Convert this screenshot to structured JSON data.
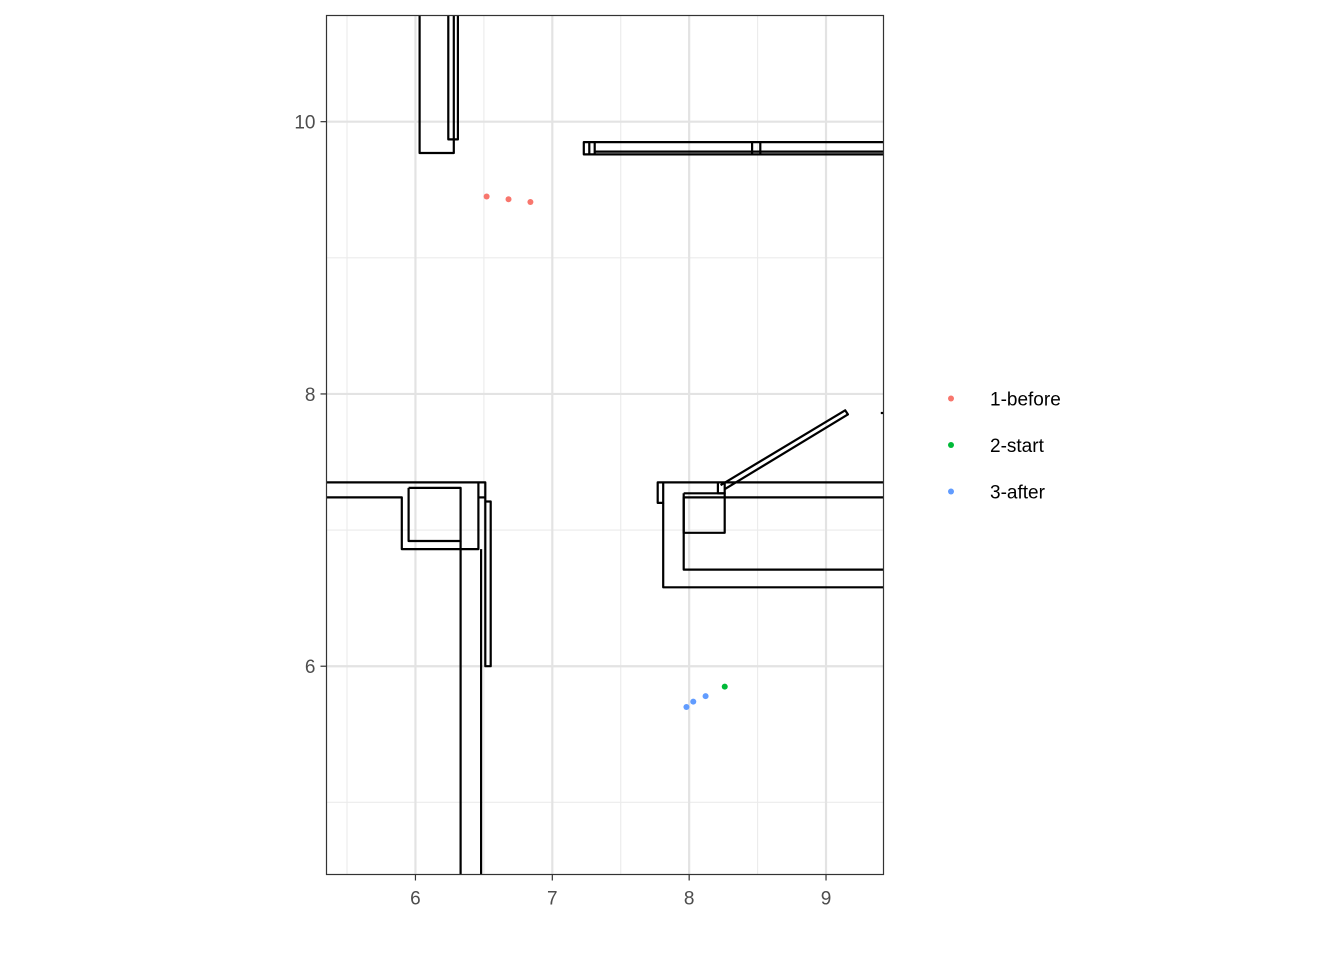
{
  "chart_data": {
    "type": "scatter",
    "title": "",
    "xlabel": "",
    "ylabel": "",
    "xlim": [
      5.35,
      9.42
    ],
    "ylim": [
      4.47,
      10.78
    ],
    "x_ticks": [
      6,
      7,
      8,
      9
    ],
    "x_tick_labels": [
      "6",
      "7",
      "8",
      "9"
    ],
    "y_ticks": [
      6,
      8,
      10
    ],
    "y_tick_labels": [
      "6",
      "8",
      "10"
    ],
    "grid": true,
    "legend_position": "right",
    "series": [
      {
        "name": "1-before",
        "color": "#F8766D",
        "x": [
          6.52,
          6.68,
          6.84
        ],
        "y": [
          9.45,
          9.43,
          9.41
        ]
      },
      {
        "name": "2-start",
        "color": "#00BA38",
        "x": [
          8.26
        ],
        "y": [
          5.85
        ]
      },
      {
        "name": "3-after",
        "color": "#619CFF",
        "x": [
          7.98,
          8.03,
          8.12
        ],
        "y": [
          5.7,
          5.74,
          5.78
        ]
      }
    ],
    "map_outlines": [
      {
        "id": "top-left-pillar-outer",
        "points": [
          [
            6.03,
            10.78
          ],
          [
            6.03,
            9.77
          ],
          [
            6.28,
            9.77
          ],
          [
            6.28,
            10.78
          ]
        ]
      },
      {
        "id": "top-left-pillar-edge",
        "points": [
          [
            6.24,
            10.78
          ],
          [
            6.24,
            9.87
          ],
          [
            6.31,
            9.87
          ],
          [
            6.31,
            10.78
          ]
        ]
      },
      {
        "id": "top-right-wall",
        "points": [
          [
            9.42,
            9.85
          ],
          [
            7.23,
            9.85
          ],
          [
            7.23,
            9.76
          ],
          [
            9.42,
            9.76
          ]
        ]
      },
      {
        "id": "top-right-wall-inner",
        "points": [
          [
            9.42,
            9.78
          ],
          [
            7.31,
            9.78
          ]
        ]
      },
      {
        "id": "top-right-wall-divider-a",
        "points": [
          [
            7.27,
            9.85
          ],
          [
            7.27,
            9.76
          ]
        ]
      },
      {
        "id": "top-right-wall-divider-b",
        "points": [
          [
            7.31,
            9.85
          ],
          [
            7.31,
            9.76
          ]
        ]
      },
      {
        "id": "top-right-joint-a",
        "points": [
          [
            8.46,
            9.85
          ],
          [
            8.46,
            9.76
          ]
        ]
      },
      {
        "id": "top-right-joint-b",
        "points": [
          [
            8.52,
            9.85
          ],
          [
            8.52,
            9.76
          ]
        ]
      },
      {
        "id": "left-wall-top",
        "points": [
          [
            5.35,
            7.35
          ],
          [
            6.51,
            7.35
          ],
          [
            6.51,
            7.21
          ]
        ]
      },
      {
        "id": "left-wall-bottom",
        "points": [
          [
            5.35,
            7.24
          ],
          [
            5.9,
            7.24
          ],
          [
            5.9,
            6.86
          ],
          [
            6.46,
            6.86
          ],
          [
            6.46,
            7.35
          ]
        ]
      },
      {
        "id": "left-wall-inner",
        "points": [
          [
            6.46,
            7.24
          ],
          [
            6.51,
            7.24
          ]
        ]
      },
      {
        "id": "left-box",
        "points": [
          [
            5.95,
            7.31
          ],
          [
            6.33,
            7.31
          ],
          [
            6.33,
            6.92
          ],
          [
            5.95,
            6.92
          ],
          [
            5.95,
            7.31
          ]
        ]
      },
      {
        "id": "left-post-a",
        "points": [
          [
            6.33,
            6.92
          ],
          [
            6.33,
            4.47
          ]
        ]
      },
      {
        "id": "left-post-b",
        "points": [
          [
            6.48,
            6.86
          ],
          [
            6.48,
            4.47
          ]
        ]
      },
      {
        "id": "left-bar",
        "points": [
          [
            6.51,
            7.21
          ],
          [
            6.55,
            7.21
          ],
          [
            6.55,
            6.0
          ],
          [
            6.51,
            6.0
          ],
          [
            6.51,
            7.21
          ]
        ]
      },
      {
        "id": "right-wall-top",
        "points": [
          [
            9.42,
            7.35
          ],
          [
            7.77,
            7.35
          ],
          [
            7.77,
            7.2
          ],
          [
            7.81,
            7.2
          ],
          [
            7.81,
            7.35
          ]
        ]
      },
      {
        "id": "right-wall-outer",
        "points": [
          [
            7.81,
            7.2
          ],
          [
            7.81,
            6.58
          ],
          [
            9.42,
            6.58
          ]
        ]
      },
      {
        "id": "right-wall-inner",
        "points": [
          [
            9.42,
            7.24
          ],
          [
            7.96,
            7.24
          ],
          [
            7.96,
            6.71
          ],
          [
            9.42,
            6.71
          ]
        ]
      },
      {
        "id": "right-box",
        "points": [
          [
            7.96,
            7.27
          ],
          [
            8.26,
            7.27
          ],
          [
            8.26,
            6.98
          ],
          [
            7.96,
            6.98
          ],
          [
            7.96,
            7.27
          ]
        ]
      },
      {
        "id": "right-post",
        "points": [
          [
            8.21,
            7.35
          ],
          [
            8.21,
            7.27
          ],
          [
            8.26,
            7.27
          ],
          [
            8.26,
            7.35
          ]
        ]
      },
      {
        "id": "diagonal-bar",
        "points": [
          [
            8.23,
            7.33
          ],
          [
            9.14,
            7.88
          ],
          [
            9.16,
            7.85
          ],
          [
            8.26,
            7.3
          ]
        ]
      },
      {
        "id": "far-right-stub",
        "points": [
          [
            9.4,
            7.86
          ],
          [
            9.42,
            7.86
          ]
        ]
      }
    ]
  }
}
